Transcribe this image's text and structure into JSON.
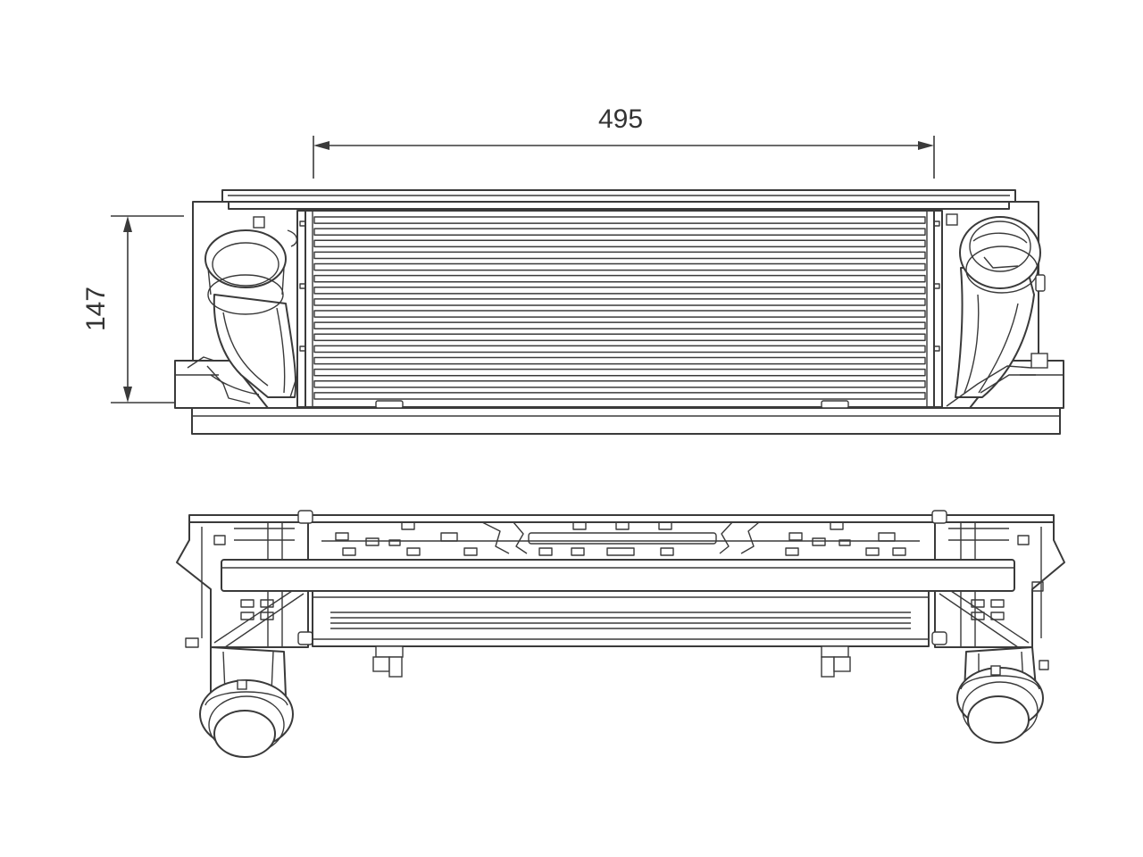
{
  "drawing": {
    "dimensions": {
      "width_label": "495",
      "height_label": "147"
    },
    "views": [
      "front-view",
      "top-view"
    ],
    "front_view": {
      "core_tube_count": 16
    },
    "line_color": "#3a3a3a",
    "background": "#ffffff"
  }
}
